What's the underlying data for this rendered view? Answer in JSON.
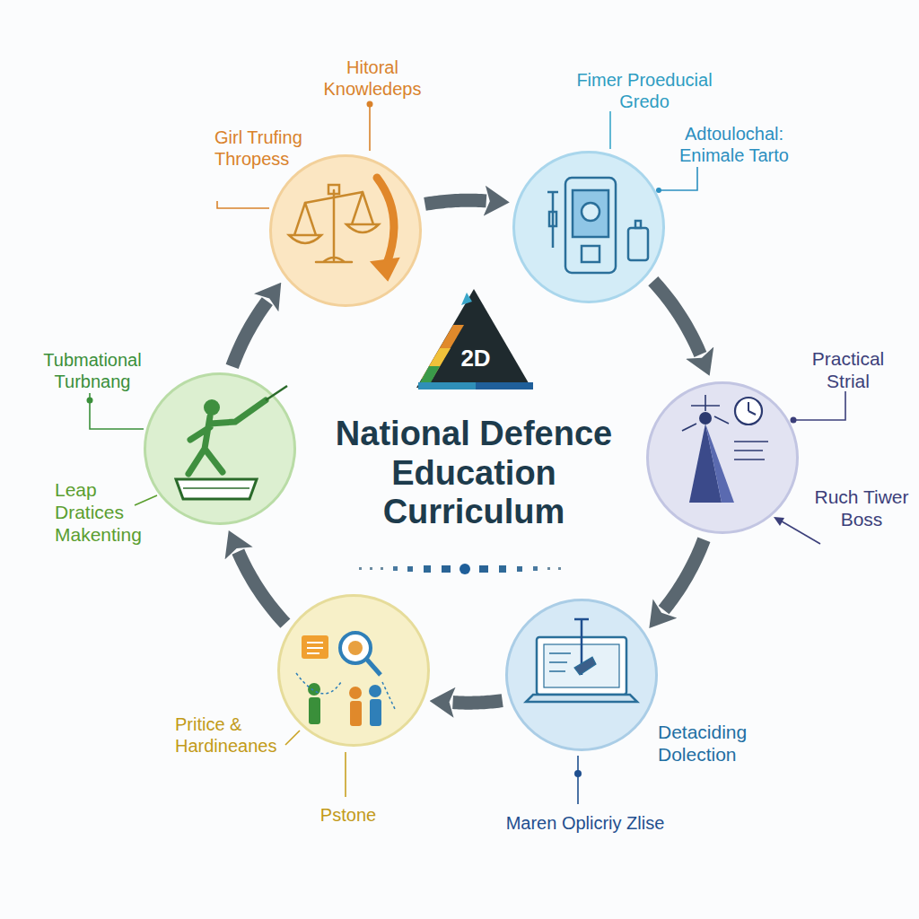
{
  "diagram": {
    "title": "National Defence Education Curriculum",
    "nodes": [
      {
        "text": [
          "Hitoral Knowledeps",
          "Girl Trufing Thropess"
        ]
      },
      {
        "text": [
          "Fimer Proeducial Gredo",
          "Adtoulochal: Enimale Tarto"
        ]
      },
      {
        "text": [
          "Practical Strial",
          "Ruch Tiwer Boss"
        ]
      },
      {
        "text": [
          "Detaciding Dolection",
          "Maren Oplicriy Zlise"
        ]
      },
      {
        "text": [
          "Pritice & Hardineanes",
          "Pstone"
        ]
      },
      {
        "text": [
          "Tubmational Turbnang",
          "Leap Dratices Makenting"
        ]
      }
    ],
    "edges": [
      {
        "from": 0,
        "to": 1,
        "arrow": "to"
      },
      {
        "from": 1,
        "to": 2,
        "arrow": "to"
      },
      {
        "from": 2,
        "to": 3,
        "arrow": "to"
      },
      {
        "from": 3,
        "to": 4,
        "arrow": "to"
      },
      {
        "from": 4,
        "to": 5,
        "arrow": "to"
      },
      {
        "from": 5,
        "to": 0,
        "arrow": "to"
      }
    ],
    "labels": [
      "2D"
    ]
  }
}
